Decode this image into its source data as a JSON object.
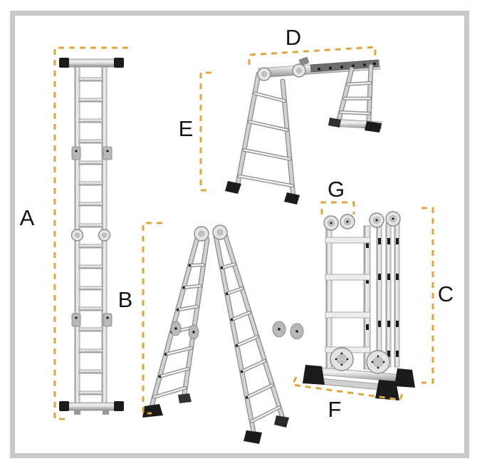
{
  "diagram": {
    "labels": {
      "a": "A",
      "b": "B",
      "c": "C",
      "d": "D",
      "e": "E",
      "f": "F",
      "g": "G"
    },
    "colors": {
      "background": "#ffffff",
      "frame": "#c9c9c9",
      "dash": "#dea63f",
      "label": "#141414",
      "metal_light": "#f1f1f1",
      "metal_mid": "#d2d2d2",
      "metal_dark": "#8d8d8d",
      "foot": "#1b1b1b"
    },
    "views": [
      {
        "name": "extended-straight-ladder",
        "dimension_labels": [
          "A"
        ]
      },
      {
        "name": "scaffold-position-ladder",
        "dimension_labels": [
          "D",
          "E"
        ]
      },
      {
        "name": "a-frame-position-ladder",
        "dimension_labels": [
          "B"
        ]
      },
      {
        "name": "folded-position-ladder",
        "dimension_labels": [
          "C",
          "F",
          "G"
        ]
      }
    ]
  }
}
